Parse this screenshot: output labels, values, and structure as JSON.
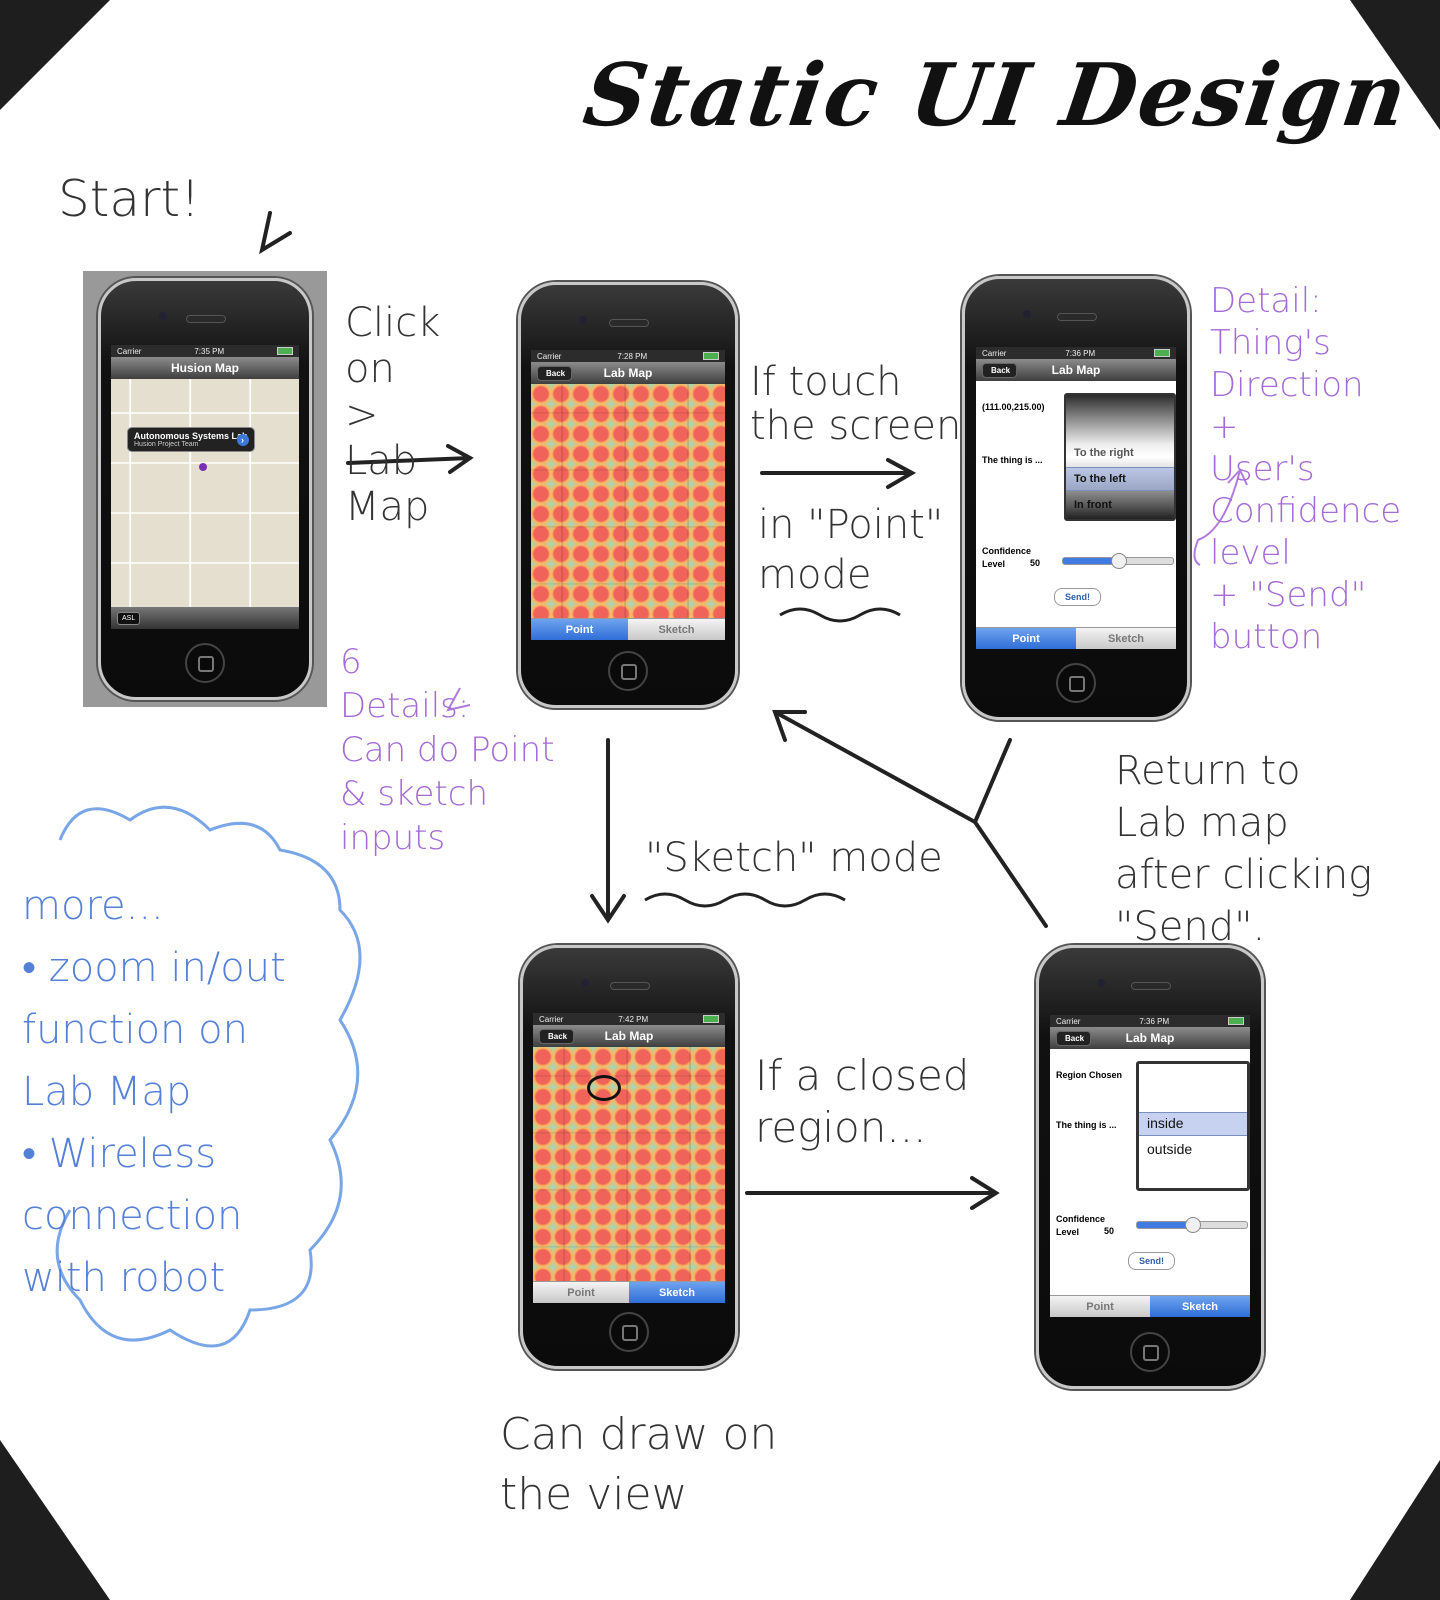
{
  "title": "Static UI Design",
  "annotations": {
    "start": "Start!",
    "click_on": "Click\non\n>\nLab\nMap",
    "if_touch": "If touch\nthe screen",
    "point_mode": "in \"Point\"\nmode",
    "detail_thing": "Detail:\nThing's\nDirection\n+\nUser's\nConfidence\nlevel\n+ \"Send\"\nbutton",
    "details_can": "6\nDetails:\nCan do Point\n& sketch\ninputs",
    "sketch_mode": "\"Sketch\" mode",
    "return_to": "Return to\nLab map\nafter clicking\n\"Send\".",
    "more": "more...\n• zoom in/out\n  function on\n  Lab Map\n• Wireless\n  connection\n  with robot",
    "closed_region": "If a closed\nregion...",
    "can_draw": "Can draw on\nthe view"
  },
  "common": {
    "carrier": "Carrier",
    "back": "Back",
    "point": "Point",
    "sketch": "Sketch",
    "send": "Send!"
  },
  "phone1": {
    "time": "7:35 PM",
    "nav_title": "Husion Map",
    "callout_title": "Autonomous Systems Lab",
    "callout_sub": "Husion Project Team",
    "asl": "ASL"
  },
  "phone2": {
    "time": "7:28 PM",
    "nav_title": "Lab Map"
  },
  "phone3": {
    "time": "7:36 PM",
    "nav_title": "Lab Map",
    "coords": "(111.00,215.00)",
    "thing_is": "The thing is ...",
    "options": [
      "To the right",
      "To the left",
      "In front"
    ],
    "confidence": "Confidence\nLevel",
    "level": "50",
    "level_fraction": 0.5
  },
  "phone4": {
    "time": "7:42 PM",
    "nav_title": "Lab Map"
  },
  "phone5": {
    "time": "7:36 PM",
    "nav_title": "Lab Map",
    "region_chosen": "Region Chosen",
    "thing_is": "The thing is ...",
    "options": [
      "inside",
      "outside"
    ],
    "confidence": "Confidence\nLevel",
    "level": "50",
    "level_fraction": 0.5
  }
}
